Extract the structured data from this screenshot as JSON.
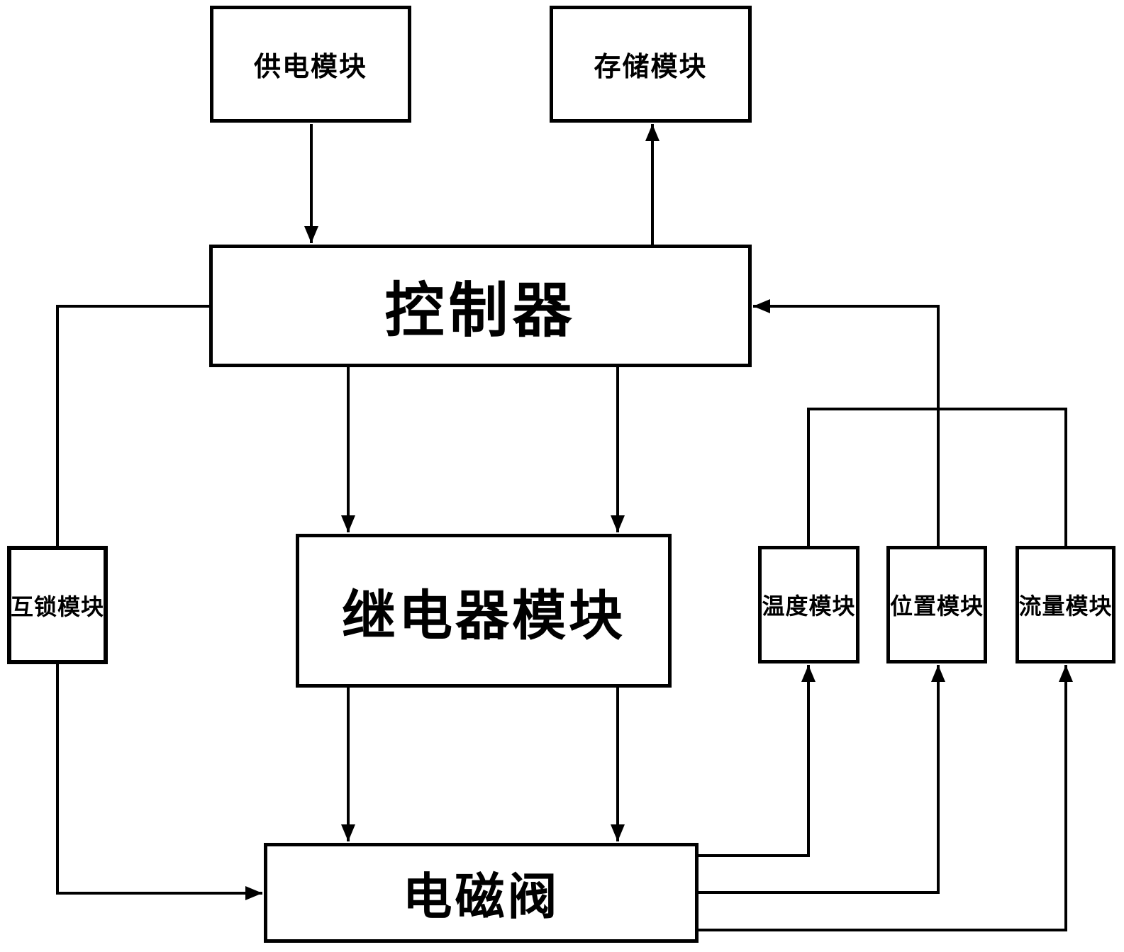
{
  "nodes": {
    "power_supply": {
      "label": "供电模块"
    },
    "storage": {
      "label": "存储模块"
    },
    "controller": {
      "label": "控制器"
    },
    "interlock": {
      "label": "互锁模块"
    },
    "relay": {
      "label": "继电器模块"
    },
    "temperature": {
      "label": "温度模块"
    },
    "position": {
      "label": "位置模块"
    },
    "flow": {
      "label": "流量模块"
    },
    "solenoid": {
      "label": "电磁阀"
    }
  },
  "edges": [
    {
      "from": "power_supply",
      "to": "controller",
      "arrow": true
    },
    {
      "from": "controller",
      "to": "storage",
      "arrow": true
    },
    {
      "from": "controller",
      "to": "relay",
      "arrow": true
    },
    {
      "from": "controller",
      "to": "relay",
      "arrow": true
    },
    {
      "from": "relay",
      "to": "solenoid",
      "arrow": true
    },
    {
      "from": "relay",
      "to": "solenoid",
      "arrow": true
    },
    {
      "from": "controller",
      "to": "interlock",
      "arrow": false
    },
    {
      "from": "interlock",
      "to": "solenoid",
      "arrow": true
    },
    {
      "from": "solenoid",
      "to": "temperature",
      "arrow": true
    },
    {
      "from": "solenoid",
      "to": "position",
      "arrow": true
    },
    {
      "from": "solenoid",
      "to": "flow",
      "arrow": true
    },
    {
      "from": "temperature",
      "to": "controller",
      "arrow": true
    },
    {
      "from": "position",
      "to": "controller",
      "arrow": true
    },
    {
      "from": "flow",
      "to": "controller",
      "arrow": true
    }
  ],
  "colors": {
    "background": "#ffffff",
    "line": "#000000",
    "box_fill": "#ffffff"
  }
}
